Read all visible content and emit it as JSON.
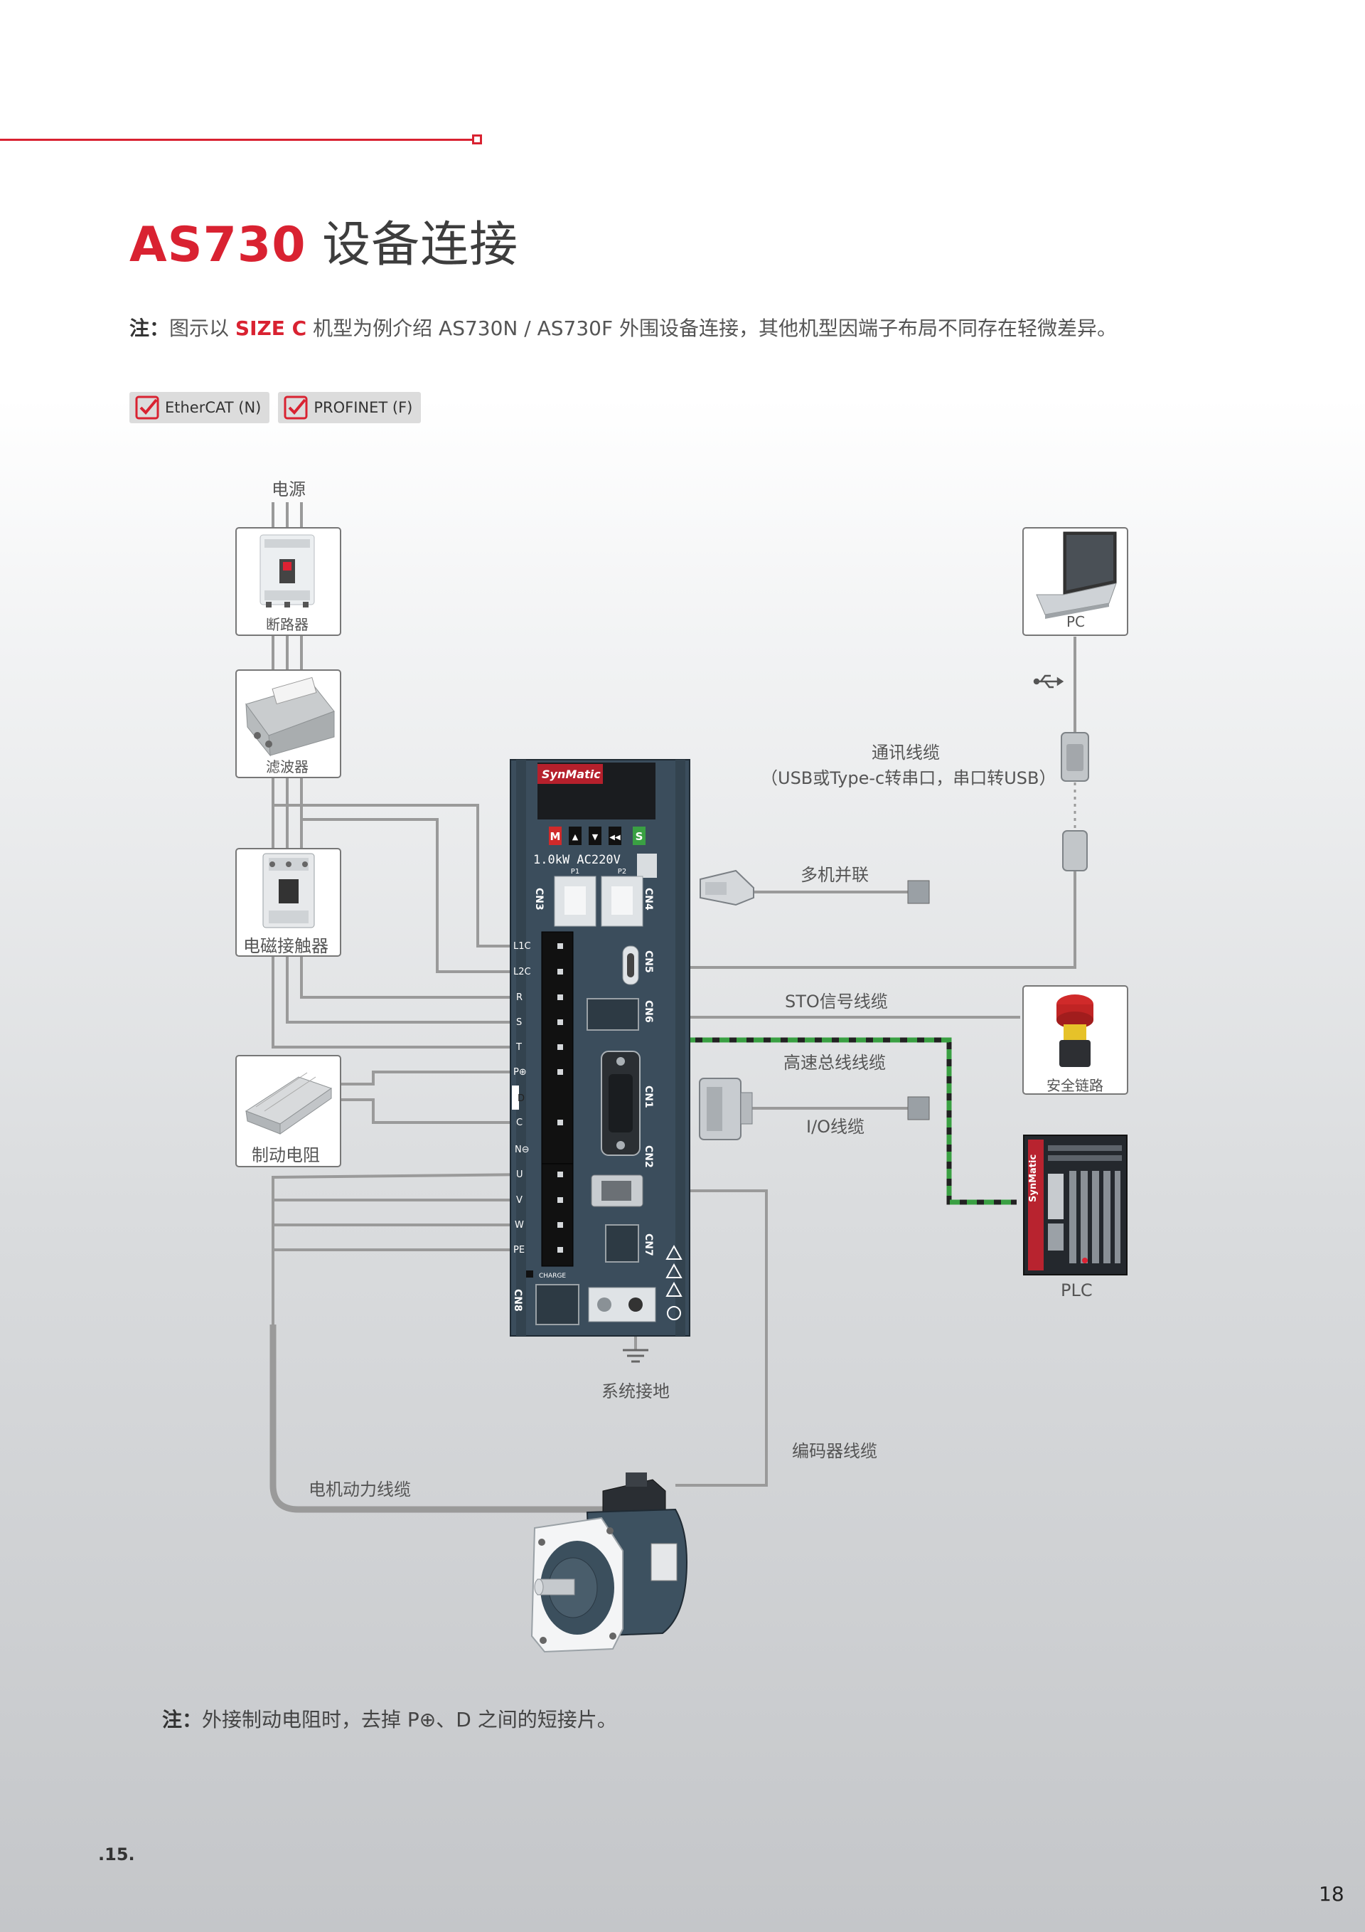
{
  "header": {
    "model": "AS730",
    "title_rest": " 设备连接"
  },
  "note": {
    "prefix": "注：",
    "text_before": "图示以 ",
    "highlight": "SIZE C",
    "text_after": " 机型为例介绍 AS730N / AS730F 外围设备连接，其他机型因端子布局不同存在轻微差异。"
  },
  "tags": [
    {
      "label": "EtherCAT (N)"
    },
    {
      "label": "PROFINET (F)"
    }
  ],
  "colors": {
    "accent": "#d92231",
    "drive_body": "#3b4d5c",
    "cable": "#9a9a9a",
    "bus_green": "#3aa043"
  },
  "devices": {
    "power_source": "电源",
    "breaker": "断路器",
    "filter": "滤波器",
    "contactor": "电磁接触器",
    "brake_resistor": "制动电阻",
    "pc": "PC",
    "safety_chain": "安全链路",
    "plc": "PLC"
  },
  "cables": {
    "comm_cable": "通讯线缆",
    "comm_cable_detail": "（USB或Type-c转串口，串口转USB）",
    "multi_parallel": "多机并联",
    "sto_cable": "STO信号线缆",
    "bus_cable": "高速总线线缆",
    "io_cable": "I/O线缆",
    "system_ground": "系统接地",
    "encoder_cable": "编码器线缆",
    "motor_power_cable": "电机动力线缆"
  },
  "drive": {
    "brand": "SynMatic",
    "rating": "1.0kW  AC220V",
    "keys": [
      "M",
      "▲",
      "▼",
      "◀◀",
      "S"
    ],
    "ports": {
      "p1": "P1",
      "p2": "P2",
      "cn1": "CN1",
      "cn2": "CN2",
      "cn3": "CN3",
      "cn4": "CN4",
      "cn5": "CN5",
      "cn6": "CN6",
      "cn7": "CN7",
      "cn8": "CN8"
    },
    "terminals": [
      "L1C",
      "L2C",
      "R",
      "S",
      "T",
      "P⊕",
      "D",
      "C",
      "N⊖",
      "U",
      "V",
      "W",
      "PE"
    ],
    "charge": "CHARGE"
  },
  "plc_brand": "SynMatic",
  "footnote": {
    "prefix": "注：",
    "text": "外接制动电阻时，去掉 P⊕、D 之间的短接片。"
  },
  "page": {
    "left": ".15.",
    "right": "18"
  }
}
